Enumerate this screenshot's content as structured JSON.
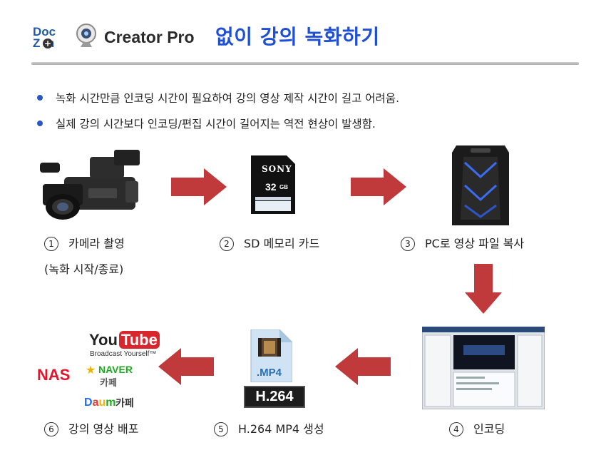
{
  "header": {
    "logo_doc": "Doc",
    "logo_zoom": "Z  m",
    "logo_plus": "+",
    "brand": "Creator Pro",
    "title": "없이 강의 녹화하기"
  },
  "bullets": [
    "녹화 시간만큼 인코딩 시간이 필요하여 강의 영상 제작 시간이 길고 어려움.",
    "실제 강의 시간보다 인코딩/편집 시간이 길어지는 역전 현상이 발생함."
  ],
  "steps": [
    {
      "num": "1",
      "label": "카메라 촬영",
      "sub": "(녹화 시작/종료)"
    },
    {
      "num": "2",
      "label": "SD 메모리 카드"
    },
    {
      "num": "3",
      "label": "PC로 영상 파일 복사"
    },
    {
      "num": "4",
      "label": "인코딩"
    },
    {
      "num": "5",
      "label": "H.264 MP4 생성"
    },
    {
      "num": "6",
      "label": "강의 영상 배포"
    }
  ],
  "sd_card": {
    "brand": "SONY",
    "capacity": "32",
    "unit": "GB"
  },
  "mp4_file": {
    "ext": ".MP4",
    "codec": "H.264"
  },
  "distribution": {
    "youtube_you": "You",
    "youtube_tube": "Tube",
    "youtube_sub": "Broadcast Yourself™",
    "nas": "NAS",
    "naver": "NAVER",
    "naver_cafe": "카페",
    "daum": "Daum",
    "daum_cafe": "카페"
  },
  "colors": {
    "title": "#1f4fd6",
    "bullet": "#2a56c6",
    "arrow": "#c0393b",
    "nas": "#e3152b"
  },
  "icons": [
    "webcam-icon",
    "video-camera-icon",
    "sd-card-icon",
    "pc-tower-icon",
    "encoder-window-icon",
    "video-file-icon"
  ]
}
